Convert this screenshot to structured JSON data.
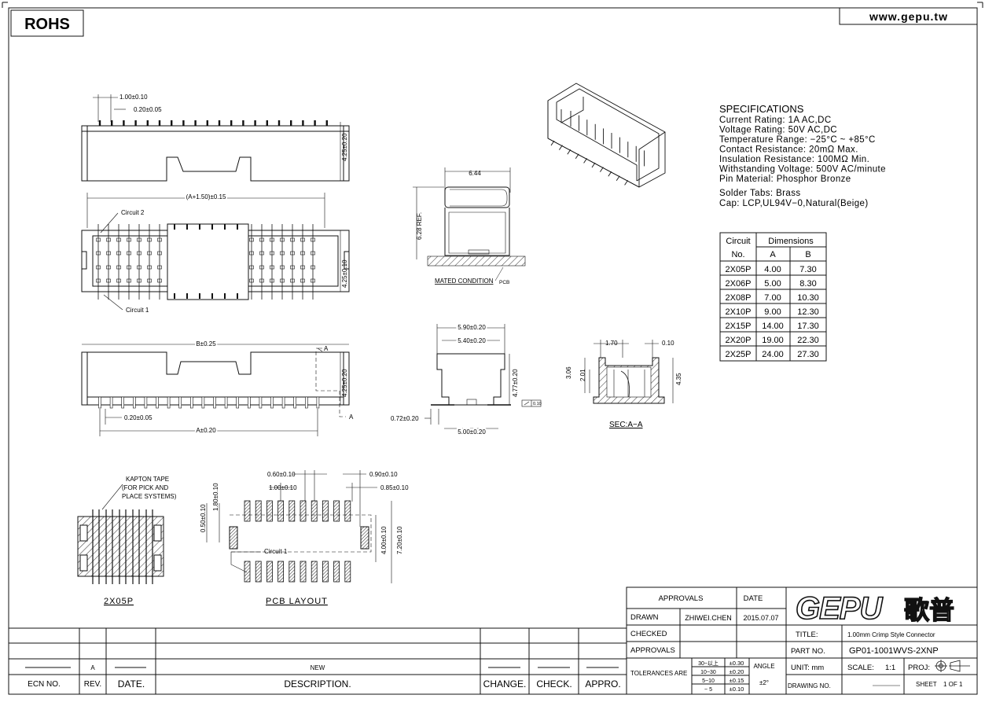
{
  "header": {
    "rohs": "ROHS",
    "website": "www.gepu.tw"
  },
  "specifications": {
    "title": "SPECIFICATIONS",
    "lines": [
      "Current  Rating:  1A  AC,DC",
      "Voltage  Rating:  50V  AC,DC",
      "Temperature  Range:  −25°C  ~  +85°C",
      "Contact  Resistance:  20mΩ  Max.",
      "Insulation  Resistance:  100MΩ  Min.",
      "Withstanding  Voltage:  500V  AC/minute",
      "Pin  Material:  Phosphor  Bronze",
      "Solder  Tabs:  Brass",
      "Cap:  LCP,UL94V−0,Natural(Beige)"
    ]
  },
  "dimension_table": {
    "header_circuit_1": "Circuit",
    "header_circuit_2": "No.",
    "header_dimensions": "Dimensions",
    "header_a": "A",
    "header_b": "B",
    "rows": [
      [
        "2X05P",
        "4.00",
        "7.30"
      ],
      [
        "2X06P",
        "5.00",
        "8.30"
      ],
      [
        "2X08P",
        "7.00",
        "10.30"
      ],
      [
        "2X10P",
        "9.00",
        "12.30"
      ],
      [
        "2X15P",
        "14.00",
        "17.30"
      ],
      [
        "2X20P",
        "19.00",
        "22.30"
      ],
      [
        "2X25P",
        "24.00",
        "27.30"
      ]
    ]
  },
  "drawing_labels": {
    "pitch": "1.00±0.10",
    "pin_width_top": "0.20±0.05",
    "height_top": "4.25±0.20",
    "width_a_plus": "(A+1.50)±0.15",
    "circuit_2": "Circuit  2",
    "circuit_1": "Circuit  1",
    "height_mid": "4.25±0.10",
    "b_dim": "B±0.25",
    "section_marker": "A",
    "height_front": "4.25±0.20",
    "pin_width_front": "0.20±0.05",
    "a_dim": "A±0.20",
    "side_width": "6.44",
    "side_height": "6.28  REF.",
    "mated_condition": "MATED  CONDITION",
    "pcb": "PCB",
    "end_w1": "5.90±0.20",
    "end_w2": "5.40±0.20",
    "end_h": "4.77±0.20",
    "end_tab": "0.72±0.20",
    "end_base": "5.00±0.20",
    "flatness": "0.10",
    "sec_w1": "1.70",
    "sec_w2": "0.10",
    "sec_h1": "3.06",
    "sec_h2": "2.01",
    "sec_h3": "4.35",
    "sec_label": "SEC:A−A",
    "kapton_1": "KAPTON  TAPE",
    "kapton_2": "(FOR  PICK  AND",
    "kapton_3": "PLACE  SYSTEMS)",
    "part_2x05p": "2X05P",
    "pcb_pad_w": "0.60±0.10",
    "pcb_pitch": "1.00±0.10",
    "pcb_090": "0.90±0.10",
    "pcb_085": "0.85±0.10",
    "pcb_050": "0.50±0.10",
    "pcb_180": "1.80±0.10",
    "pcb_400": "4.00±0.10",
    "pcb_720": "7.20±0.10",
    "pcb_circuit1": "Circuit  1",
    "pcb_layout": "PCB  LAYOUT"
  },
  "title_block": {
    "approvals": "APPROVALS",
    "date": "DATE",
    "drawn": "DRAWN",
    "drawn_by": "ZHIWEI.CHEN",
    "drawn_date": "2015.07.07",
    "checked": "CHECKED",
    "approvals2": "APPROVALS",
    "tolerances": "TOLERANCES  ARE",
    "tol_rows": [
      [
        "30~以上",
        "±0.30"
      ],
      [
        "10~30",
        "±0.20"
      ],
      [
        "5~10",
        "±0.15"
      ],
      [
        "~ 5",
        "±0.10"
      ]
    ],
    "angle": "ANGLE",
    "angle_val": "±2°",
    "logo": "GEPU",
    "logo_cn": "歌普",
    "title_label": "TITLE:",
    "title_value": "1.00mm  Crimp  Style  Connector",
    "part_no_label": "PART  NO.",
    "part_no_value": "GP01-1001WVS-2XNP",
    "unit_label": "UNIT:  mm",
    "scale_label": "SCALE:",
    "scale_value": "1:1",
    "proj_label": "PROJ:",
    "drawing_no_label": "DRAWING  NO.",
    "sheet_label": "SHEET",
    "sheet_value": "1  OF  1"
  },
  "revision_block": {
    "rev_value": "A",
    "new_desc": "NEW",
    "ecn_no": "ECN  NO.",
    "rev": "REV.",
    "date": "DATE.",
    "description": "DESCRIPTION.",
    "change": "CHANGE.",
    "check": "CHECK.",
    "appro": "APPRO."
  }
}
